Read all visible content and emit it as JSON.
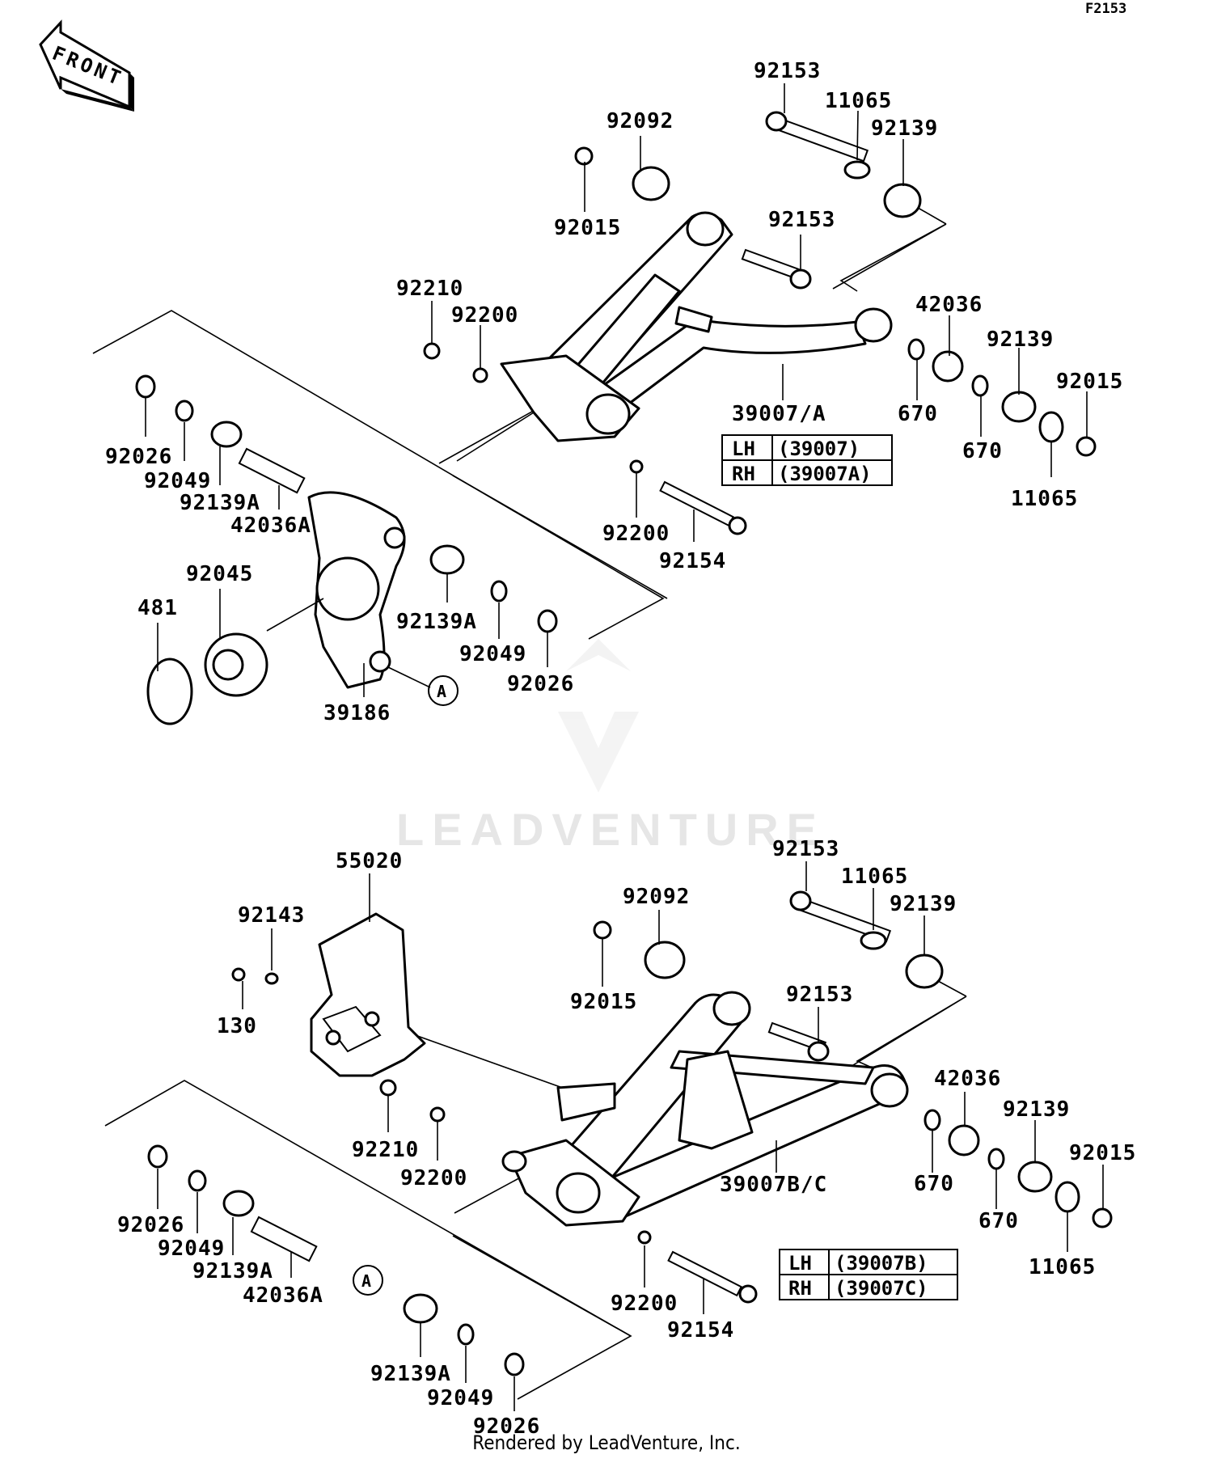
{
  "figure_ref": "F2153",
  "front_label": "FRONT",
  "watermark": "LEADVENTURE",
  "credit": "Rendered by LeadVenture, Inc.",
  "tables": {
    "upper": [
      {
        "side": "LH",
        "part": "(39007)"
      },
      {
        "side": "RH",
        "part": "(39007A)"
      }
    ],
    "lower": [
      {
        "side": "LH",
        "part": "(39007B)"
      },
      {
        "side": "RH",
        "part": "(39007C)"
      }
    ]
  },
  "callouts": {
    "ref_a": "A"
  },
  "labels": [
    {
      "id": "u-92153a",
      "text": "92153"
    },
    {
      "id": "u-11065a",
      "text": "11065"
    },
    {
      "id": "u-92139a",
      "text": "92139"
    },
    {
      "id": "u-92092",
      "text": "92092"
    },
    {
      "id": "u-92015a",
      "text": "92015"
    },
    {
      "id": "u-92153b",
      "text": "92153"
    },
    {
      "id": "u-92210",
      "text": "92210"
    },
    {
      "id": "u-92200a",
      "text": "92200"
    },
    {
      "id": "u-42036",
      "text": "42036"
    },
    {
      "id": "u-92139b",
      "text": "92139"
    },
    {
      "id": "u-92015b",
      "text": "92015"
    },
    {
      "id": "u-39007a",
      "text": "39007/A"
    },
    {
      "id": "u-670a",
      "text": "670"
    },
    {
      "id": "u-670b",
      "text": "670"
    },
    {
      "id": "u-11065b",
      "text": "11065"
    },
    {
      "id": "u-92026a",
      "text": "92026"
    },
    {
      "id": "u-92049a",
      "text": "92049"
    },
    {
      "id": "u-92139Aa",
      "text": "92139A"
    },
    {
      "id": "u-42036A",
      "text": "42036A"
    },
    {
      "id": "u-92200b",
      "text": "92200"
    },
    {
      "id": "u-92154",
      "text": "92154"
    },
    {
      "id": "u-92045",
      "text": "92045"
    },
    {
      "id": "u-481",
      "text": "481"
    },
    {
      "id": "u-92139Ab",
      "text": "92139A"
    },
    {
      "id": "u-92049b",
      "text": "92049"
    },
    {
      "id": "u-92026b",
      "text": "92026"
    },
    {
      "id": "u-39186",
      "text": "39186"
    },
    {
      "id": "l-55020",
      "text": "55020"
    },
    {
      "id": "l-92143",
      "text": "92143"
    },
    {
      "id": "l-130",
      "text": "130"
    },
    {
      "id": "l-92153a",
      "text": "92153"
    },
    {
      "id": "l-11065a",
      "text": "11065"
    },
    {
      "id": "l-92139a",
      "text": "92139"
    },
    {
      "id": "l-92092",
      "text": "92092"
    },
    {
      "id": "l-92015a",
      "text": "92015"
    },
    {
      "id": "l-92153b",
      "text": "92153"
    },
    {
      "id": "l-42036",
      "text": "42036"
    },
    {
      "id": "l-92139b",
      "text": "92139"
    },
    {
      "id": "l-92015b",
      "text": "92015"
    },
    {
      "id": "l-670a",
      "text": "670"
    },
    {
      "id": "l-670b",
      "text": "670"
    },
    {
      "id": "l-11065b",
      "text": "11065"
    },
    {
      "id": "l-39007bc",
      "text": "39007B/C"
    },
    {
      "id": "l-92210",
      "text": "92210"
    },
    {
      "id": "l-92200a",
      "text": "92200"
    },
    {
      "id": "l-92026a",
      "text": "92026"
    },
    {
      "id": "l-92049a",
      "text": "92049"
    },
    {
      "id": "l-92139Aa",
      "text": "92139A"
    },
    {
      "id": "l-42036A",
      "text": "42036A"
    },
    {
      "id": "l-92200b",
      "text": "92200"
    },
    {
      "id": "l-92154",
      "text": "92154"
    },
    {
      "id": "l-92139Ab",
      "text": "92139A"
    },
    {
      "id": "l-92049b",
      "text": "92049"
    },
    {
      "id": "l-92026b",
      "text": "92026"
    }
  ]
}
